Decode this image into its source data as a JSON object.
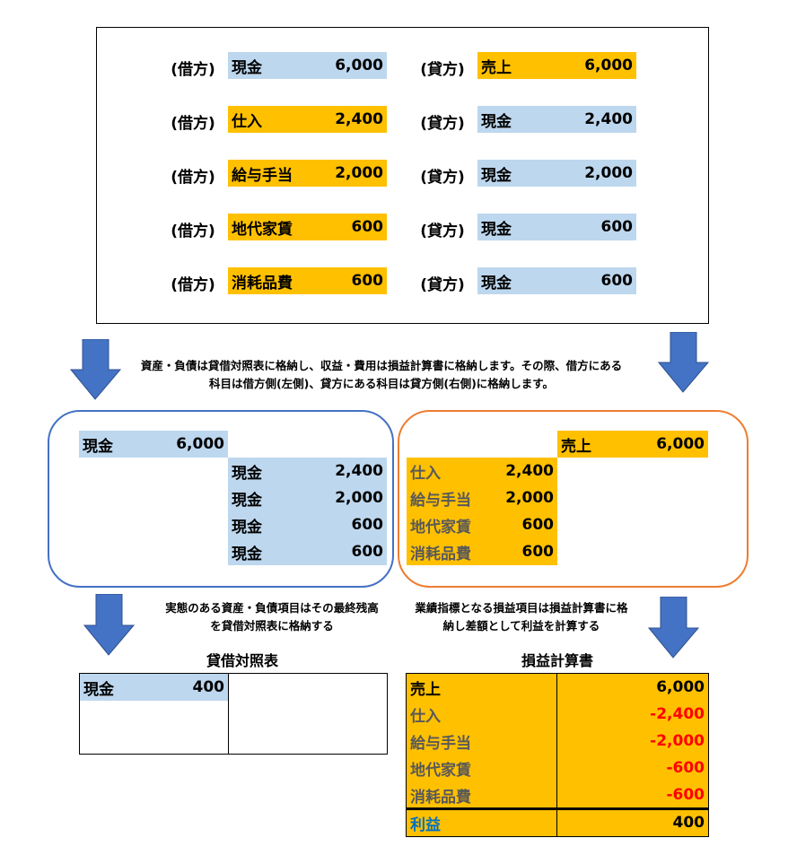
{
  "journal": {
    "debit_label": "(借方)",
    "credit_label": "(貸方)",
    "rows": [
      {
        "debit": {
          "account": "現金",
          "amount": "6,000",
          "color": "blue"
        },
        "credit": {
          "account": "売上",
          "amount": "6,000",
          "color": "orange"
        }
      },
      {
        "debit": {
          "account": "仕入",
          "amount": "2,400",
          "color": "orange"
        },
        "credit": {
          "account": "現金",
          "amount": "2,400",
          "color": "blue"
        }
      },
      {
        "debit": {
          "account": "給与手当",
          "amount": "2,000",
          "color": "orange"
        },
        "credit": {
          "account": "現金",
          "amount": "2,000",
          "color": "blue"
        }
      },
      {
        "debit": {
          "account": "地代家賃",
          "amount": "600",
          "color": "orange"
        },
        "credit": {
          "account": "現金",
          "amount": "600",
          "color": "blue"
        }
      },
      {
        "debit": {
          "account": "消耗品費",
          "amount": "600",
          "color": "orange"
        },
        "credit": {
          "account": "現金",
          "amount": "600",
          "color": "blue"
        }
      }
    ]
  },
  "explanation": {
    "line1": "資産・負債は貸借対照表に格納し、収益・費用は損益計算書に格納します。その際、借方にある",
    "line2": "科目は借方側(左側)、貸方にある科目は貸方側(右側)に格納します。"
  },
  "bs_work": {
    "debit": [
      {
        "account": "現金",
        "amount": "6,000"
      }
    ],
    "credit": [
      {
        "account": "現金",
        "amount": "2,400"
      },
      {
        "account": "現金",
        "amount": "2,000"
      },
      {
        "account": "現金",
        "amount": "600"
      },
      {
        "account": "現金",
        "amount": "600"
      }
    ]
  },
  "pl_work": {
    "debit": [
      {
        "account": "仕入",
        "amount": "2,400"
      },
      {
        "account": "給与手当",
        "amount": "2,000"
      },
      {
        "account": "地代家賃",
        "amount": "600"
      },
      {
        "account": "消耗品費",
        "amount": "600"
      }
    ],
    "credit": [
      {
        "account": "売上",
        "amount": "6,000"
      }
    ]
  },
  "bs_note": {
    "line1": "実態のある資産・負債項目はその最終残高",
    "line2": "を貸借対照表に格納する"
  },
  "pl_note": {
    "line1": "業績指標となる損益項目は損益計算書に格",
    "line2": "納し差額として利益を計算する"
  },
  "balance_sheet": {
    "title": "貸借対照表",
    "rows": [
      {
        "account": "現金",
        "amount": "400"
      }
    ]
  },
  "income_statement": {
    "title": "損益計算書",
    "rows": [
      {
        "account": "売上",
        "amount": "6,000"
      },
      {
        "account": "仕入",
        "amount": "-2,400"
      },
      {
        "account": "給与手当",
        "amount": "-2,000"
      },
      {
        "account": "地代家賃",
        "amount": "-600"
      },
      {
        "account": "消耗品費",
        "amount": "-600"
      }
    ],
    "profit": {
      "account": "利益",
      "amount": "400"
    }
  },
  "colors": {
    "blue": "#BDD7EE",
    "orange": "#FFC000",
    "arrow": "#4472C4",
    "bs_border": "#4472C4",
    "pl_border": "#ED7D31",
    "negative": "#FF0000",
    "profit": "#0070C0"
  }
}
